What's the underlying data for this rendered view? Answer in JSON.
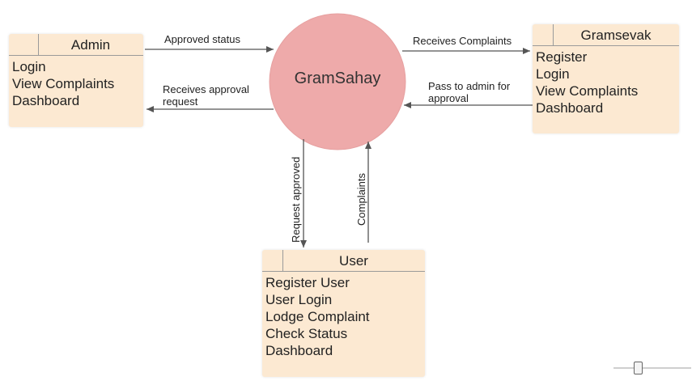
{
  "process": {
    "name": "GramSahay",
    "fill": "#eeaaaa"
  },
  "entities": {
    "admin": {
      "title": "Admin",
      "items": [
        "Login",
        "View Complaints",
        "Dashboard"
      ]
    },
    "gramsevak": {
      "title": "Gramsevak",
      "items": [
        "Register",
        "Login",
        "View Complaints",
        "Dashboard"
      ]
    },
    "user": {
      "title": "User",
      "items": [
        "Register User",
        "User Login",
        "Lodge Complaint",
        "Check Status",
        "Dashboard"
      ]
    }
  },
  "flows": {
    "approved_status": "Approved status",
    "receives_approval_line1": "Receives approval",
    "receives_approval_line2": "request",
    "receives_complaints": "Receives Complaints",
    "pass_to_admin_line1": "Pass to admin for",
    "pass_to_admin_line2": "approval",
    "request_approved": "Request approved",
    "complaints": "Complaints"
  },
  "colors": {
    "entity_fill": "#fce9d2",
    "arrow": "#555555"
  }
}
